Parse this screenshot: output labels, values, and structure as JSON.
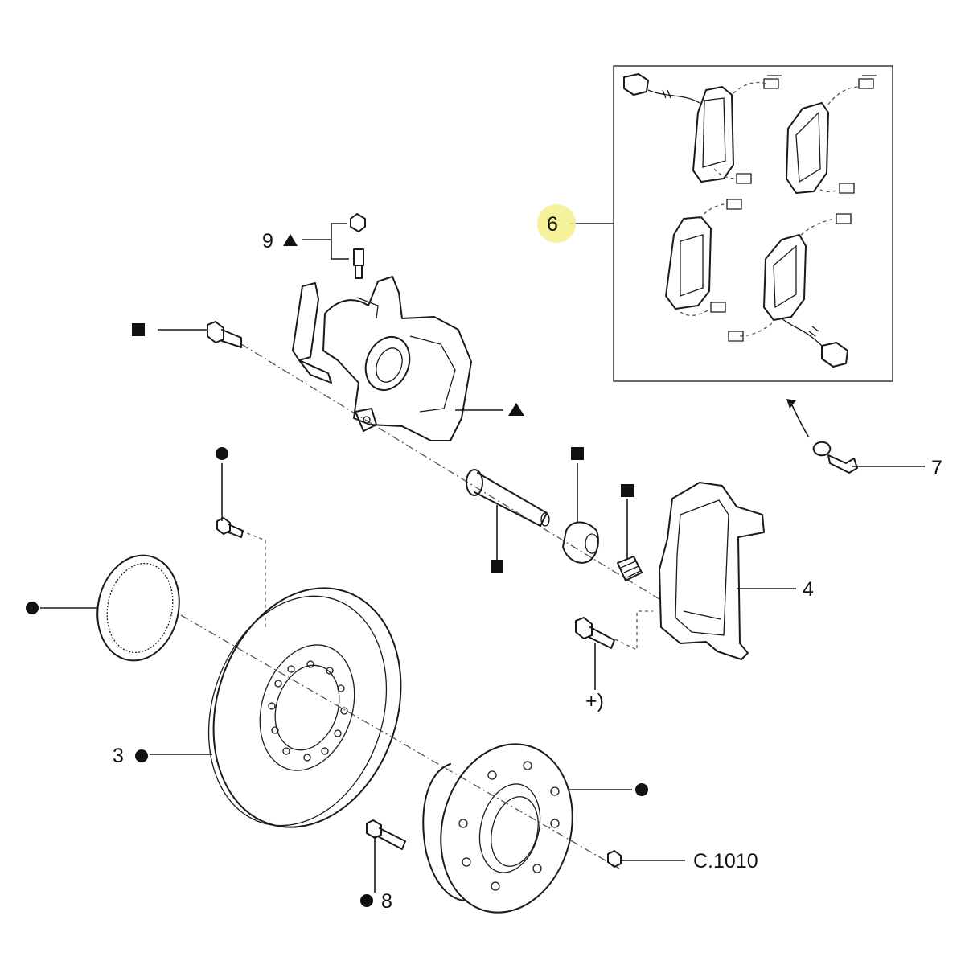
{
  "labels": {
    "item_9": "9",
    "item_6": "6",
    "item_7": "7",
    "item_4": "4",
    "item_3": "3",
    "item_8": "8",
    "note_plus": "+)",
    "ref_c1010": "C.1010"
  },
  "colors": {
    "highlight": "#f4f08a",
    "line": "#1a1a1a"
  },
  "symbols": {
    "circle": "filled-circle-marker",
    "square": "filled-square-marker",
    "triangle": "filled-triangle-marker"
  }
}
